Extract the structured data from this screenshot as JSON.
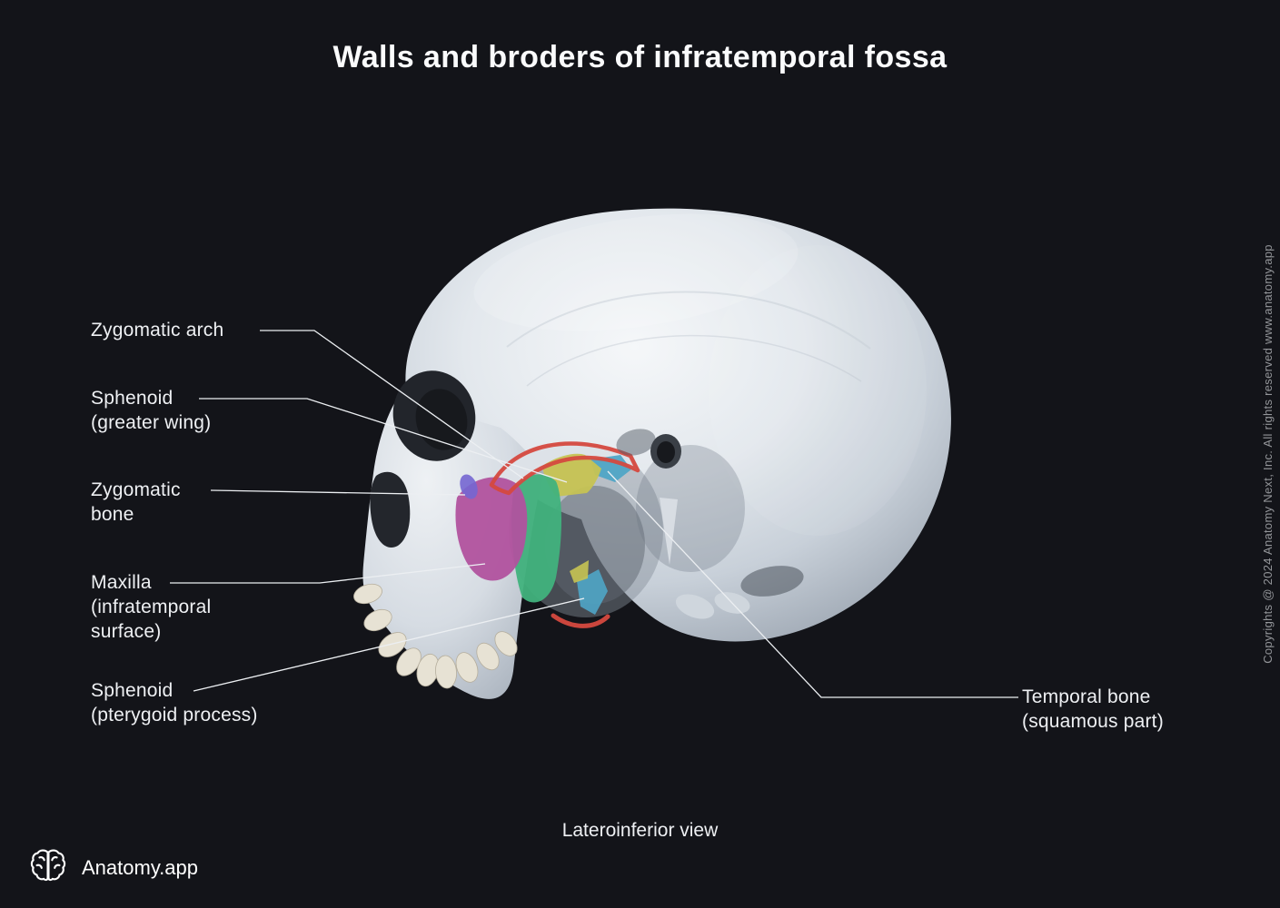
{
  "page": {
    "title": "Walls and broders of infratemporal fossa",
    "view_caption": "Lateroinferior view",
    "copyright_vertical": "Copyrights @ 2024 Anatomy Next, Inc. All rights reserved www.anatomy.app",
    "brand_name": "Anatomy.app",
    "background_color": "#131419"
  },
  "labels": [
    {
      "name": "zygomatic-arch",
      "text": "Zygomatic arch"
    },
    {
      "name": "sphenoid-greater-wing",
      "text": "Sphenoid\n(greater wing)"
    },
    {
      "name": "zygomatic-bone",
      "text": "Zygomatic\nbone"
    },
    {
      "name": "maxilla-infratemporal-surface",
      "text": "Maxilla\n(infratemporal\nsurface)"
    },
    {
      "name": "sphenoid-pterygoid-process",
      "text": "Sphenoid\n(pterygoid process)"
    },
    {
      "name": "temporal-bone-squamous-part",
      "text": "Temporal bone\n(squamous part)"
    }
  ],
  "highlight_colors": {
    "zygomatic_arch": "#d5493f",
    "zygomatic_bone": "#b1529e",
    "maxilla_infratemporal_surface": "#41b27d",
    "sphenoid_greater_wing": "#c6c353",
    "temporal_bone_squamous": "#4fa5c6",
    "pterygoid_teal": "#4fa5c6",
    "pterygoid_yellow": "#c6c353",
    "pterygoid_red": "#d5493f",
    "zygomatic_purple_accent": "#7466d2"
  }
}
